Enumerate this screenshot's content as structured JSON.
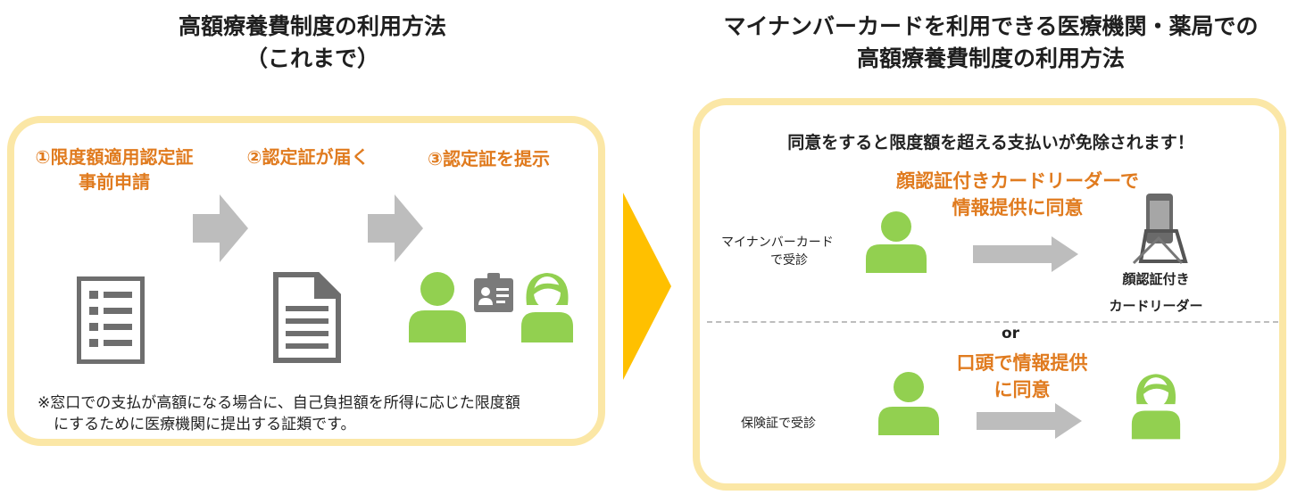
{
  "left": {
    "title_line1": "高額療養費制度の利用方法",
    "title_line2": "（これまで）",
    "step1_line1": "①限度額適用認定証",
    "step1_line2": "事前申請",
    "step2": "②認定証が届く",
    "step3": "③認定証を提示",
    "note_line1": "※窓口での支払が高額になる場合に、自己負担額を所得に応じた限度額",
    "note_line2": "にするために医療機関に提出する証類です。"
  },
  "right": {
    "title_line1": "マイナンバーカードを利用できる医療機関・薬局での",
    "title_line2": "高額療養費制度の利用方法",
    "consent": "同意をすると限度額を超える支払いが免除されます！",
    "row1_heading_line1": "顔認証付きカードリーダーで",
    "row1_heading_line2": "情報提供に同意",
    "row1_label_line1": "マイナンバーカード",
    "row1_label_line2": "で受診",
    "reader_label_line1": "顔認証付き",
    "reader_label_line2": "カードリーダー",
    "or": "or",
    "row2_heading_line1": "口頭で情報提供",
    "row2_heading_line2": "に同意",
    "row2_label": "保険証で受診"
  },
  "colors": {
    "accent_orange": "#e07b1f",
    "panel_border": "#fbe7a6",
    "person_green": "#92d050",
    "arrow_grey": "#bdbdbd",
    "big_arrow": "#ffc000"
  }
}
